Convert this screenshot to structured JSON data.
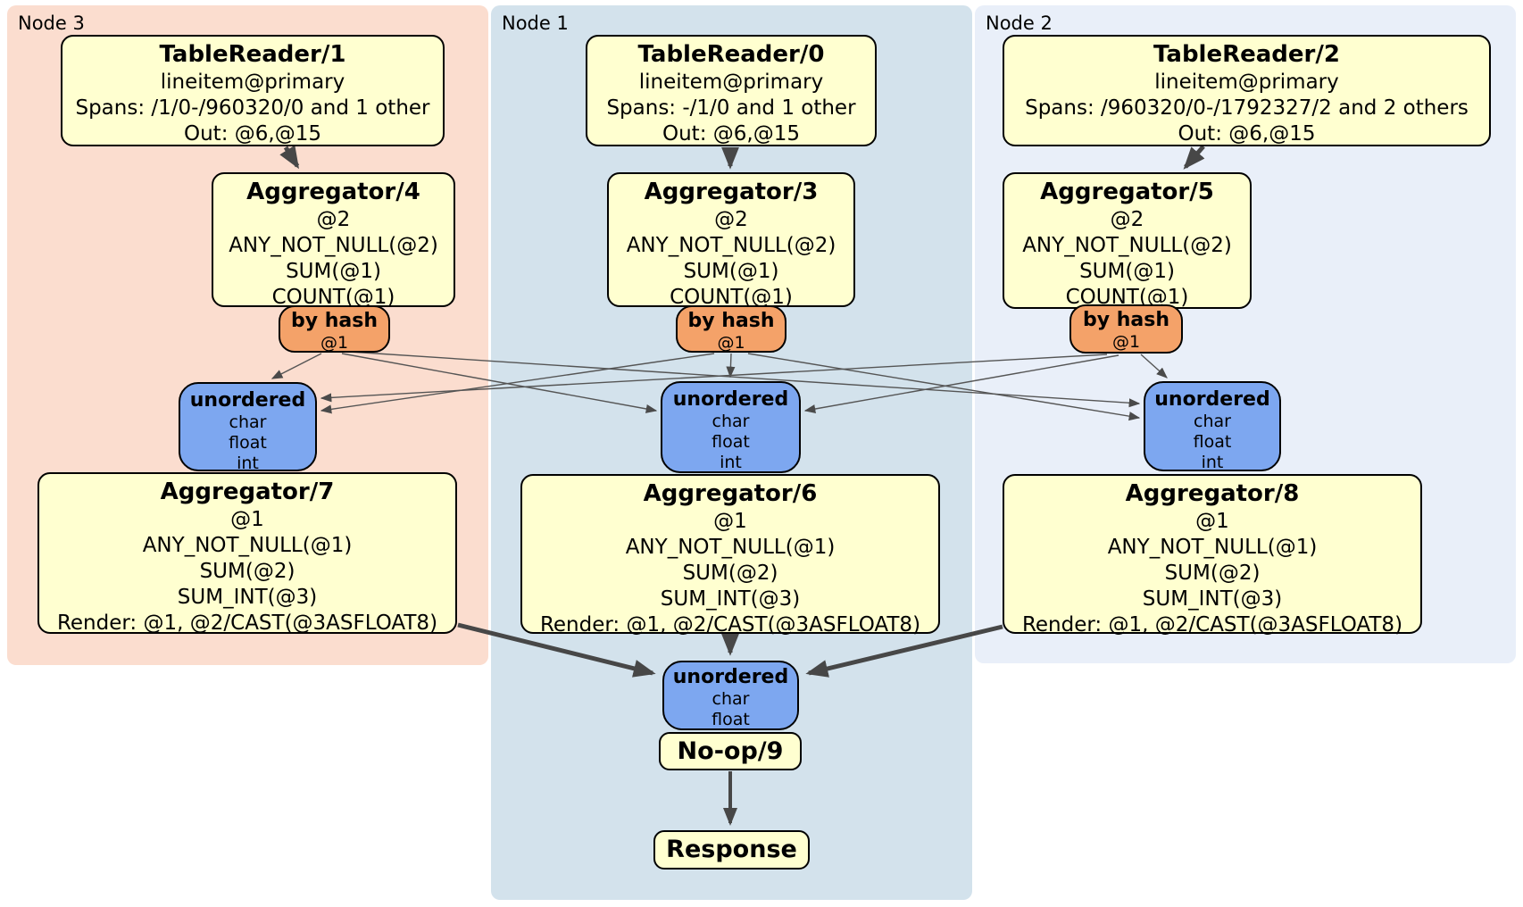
{
  "colors": {
    "node3_bg": "#fbddcf",
    "node1_bg": "#d3e2ec",
    "node2_bg": "#e9eff9",
    "processor_fill": "#ffffd0",
    "router_fill": "#f4a269",
    "sync_fill": "#7da7f0",
    "border": "#000000",
    "edge_thin": "#555555",
    "edge_thick": "#474747"
  },
  "panels": {
    "node3": {
      "label": "Node 3"
    },
    "node1": {
      "label": "Node 1"
    },
    "node2": {
      "label": "Node 2"
    }
  },
  "processors": {
    "tr1": {
      "title": "TableReader/1",
      "lines": [
        "lineitem@primary",
        "Spans: /1/0-/960320/0 and 1 other",
        "Out: @6,@15"
      ]
    },
    "tr0": {
      "title": "TableReader/0",
      "lines": [
        "lineitem@primary",
        "Spans: -/1/0 and 1 other",
        "Out: @6,@15"
      ]
    },
    "tr2": {
      "title": "TableReader/2",
      "lines": [
        "lineitem@primary",
        "Spans: /960320/0-/1792327/2 and 2 others",
        "Out: @6,@15"
      ]
    },
    "agg4": {
      "title": "Aggregator/4",
      "lines": [
        "@2",
        "ANY_NOT_NULL(@2)",
        "SUM(@1)",
        "COUNT(@1)"
      ]
    },
    "agg3": {
      "title": "Aggregator/3",
      "lines": [
        "@2",
        "ANY_NOT_NULL(@2)",
        "SUM(@1)",
        "COUNT(@1)"
      ]
    },
    "agg5": {
      "title": "Aggregator/5",
      "lines": [
        "@2",
        "ANY_NOT_NULL(@2)",
        "SUM(@1)",
        "COUNT(@1)"
      ]
    },
    "agg7": {
      "title": "Aggregator/7",
      "lines": [
        "@1",
        "ANY_NOT_NULL(@1)",
        "SUM(@2)",
        "SUM_INT(@3)",
        "Render: @1, @2/CAST(@3ASFLOAT8)"
      ]
    },
    "agg6": {
      "title": "Aggregator/6",
      "lines": [
        "@1",
        "ANY_NOT_NULL(@1)",
        "SUM(@2)",
        "SUM_INT(@3)",
        "Render: @1, @2/CAST(@3ASFLOAT8)"
      ]
    },
    "agg8": {
      "title": "Aggregator/8",
      "lines": [
        "@1",
        "ANY_NOT_NULL(@1)",
        "SUM(@2)",
        "SUM_INT(@3)",
        "Render: @1, @2/CAST(@3ASFLOAT8)"
      ]
    },
    "noop": {
      "title": "No-op/9"
    },
    "response": {
      "title": "Response"
    }
  },
  "routers": {
    "bh3": {
      "label": "by hash",
      "key": "@1"
    },
    "bh1": {
      "label": "by hash",
      "key": "@1"
    },
    "bh2": {
      "label": "by hash",
      "key": "@1"
    }
  },
  "syncs": {
    "un3": {
      "label": "unordered",
      "types": [
        "char",
        "float",
        "int"
      ]
    },
    "un1": {
      "label": "unordered",
      "types": [
        "char",
        "float",
        "int"
      ]
    },
    "un2": {
      "label": "unordered",
      "types": [
        "char",
        "float",
        "int"
      ]
    },
    "unb": {
      "label": "unordered",
      "types": [
        "char",
        "float"
      ]
    }
  }
}
